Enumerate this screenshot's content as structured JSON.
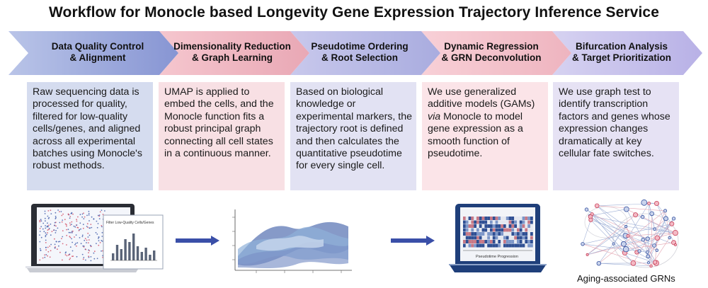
{
  "title": "Workflow for Monocle based Longevity Gene Expression Trajectory Inference Service",
  "steps": [
    {
      "line1": "Data Quality Control",
      "line2": "& Alignment",
      "color": "#8f9fd6"
    },
    {
      "line1": "Dimensionality Reduction",
      "line2": "& Graph Learning",
      "color": "#efb4bf"
    },
    {
      "line1": "Pseudotime Ordering",
      "line2": "& Root Selection",
      "color": "#b5b6e3"
    },
    {
      "line1": "Dynamic Regression",
      "line2": "& GRN Deconvolution",
      "color": "#f3c0c9"
    },
    {
      "line1": "Bifurcation Analysis",
      "line2": "& Target Prioritization",
      "color": "#c5c0ea"
    }
  ],
  "boxes": [
    {
      "text": "Raw sequencing data is processed for quality, filtered for low-quality cells/genes, and aligned across all experimental batches using Monocle's robust methods.",
      "color": "#d5dcef"
    },
    {
      "text": "UMAP is applied to embed the cells, and the Monocle function fits a robust principal graph connecting all cell states in a continuous manner.",
      "color": "#f8e0e4"
    },
    {
      "text": "Based on biological knowledge or experimental markers, the trajectory root is defined and then calculates the quantitative pseudotime for every single cell.",
      "color": "#e2e2f3"
    },
    {
      "pre": "We use generalized additive models (GAMs) ",
      "em": "via",
      "post": " Monocle to model gene expression as a smooth function of pseudotime.",
      "color": "#fbe4e8"
    },
    {
      "text": "We use graph test to identify transcription factors and genes whose expression changes dramatically at key cellular fate switches.",
      "color": "#e6e2f4"
    }
  ],
  "illustrations": {
    "laptop_qc_title": "Filter Low-Quality Cells/Genes",
    "laptop_regression_label": "Pseudotime Progression",
    "grn_caption": "Aging-associated GRNs"
  }
}
